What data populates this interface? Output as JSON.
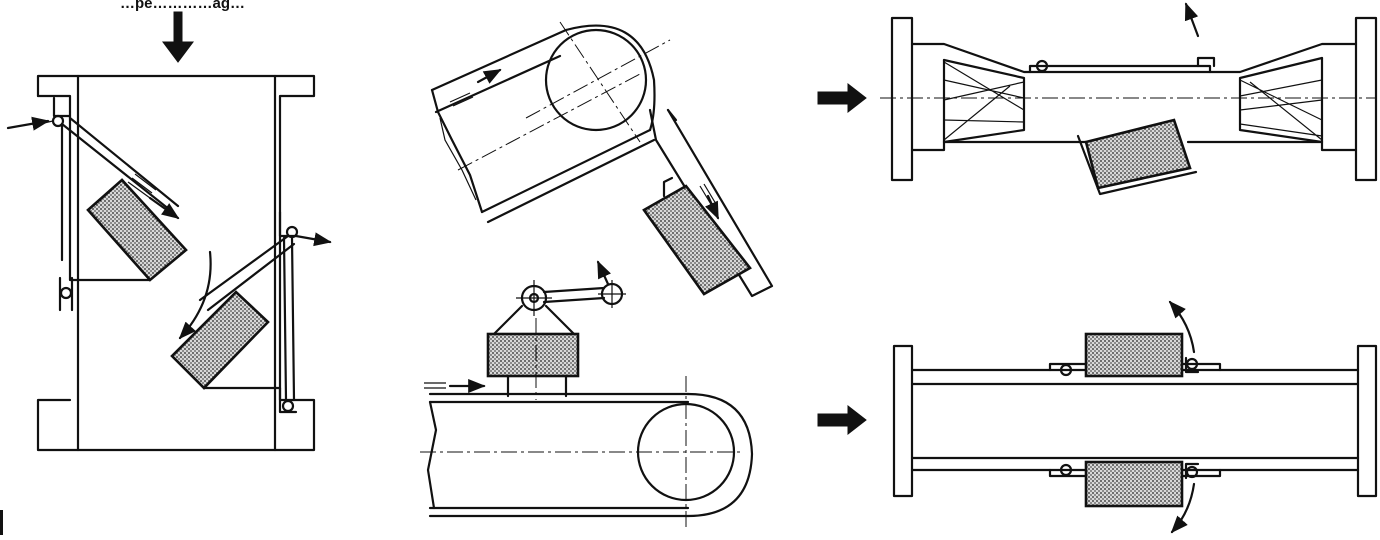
{
  "diagram": {
    "top_caption": "…pe…………ag…",
    "colors": {
      "line": "#111111",
      "magnet_fill": "dotted-gray",
      "background": "#ffffff"
    },
    "panels": [
      {
        "id": "chute-flap-separator",
        "elements": [
          "vertical-chute",
          "two-hinged-magnet-flaps",
          "flow-arrow",
          "swing-arrows"
        ]
      },
      {
        "id": "belt-head-pulley",
        "elements": [
          "inclined-belt",
          "head-pulley",
          "suspended-magnet",
          "travel-arrows"
        ]
      },
      {
        "id": "overband-magnet",
        "elements": [
          "horizontal-belt",
          "tail-pulley",
          "lever-suspended-magnet"
        ]
      },
      {
        "id": "pipe-reducer-separator",
        "elements": [
          "flanged-pipe",
          "reducer-cones",
          "tilted-magnet-pocket",
          "flow-arrow"
        ]
      },
      {
        "id": "pipe-twin-magnet",
        "elements": [
          "flanged-pipe",
          "upper-magnet",
          "lower-magnet",
          "flow-arrow",
          "swing-arrows"
        ]
      }
    ]
  }
}
